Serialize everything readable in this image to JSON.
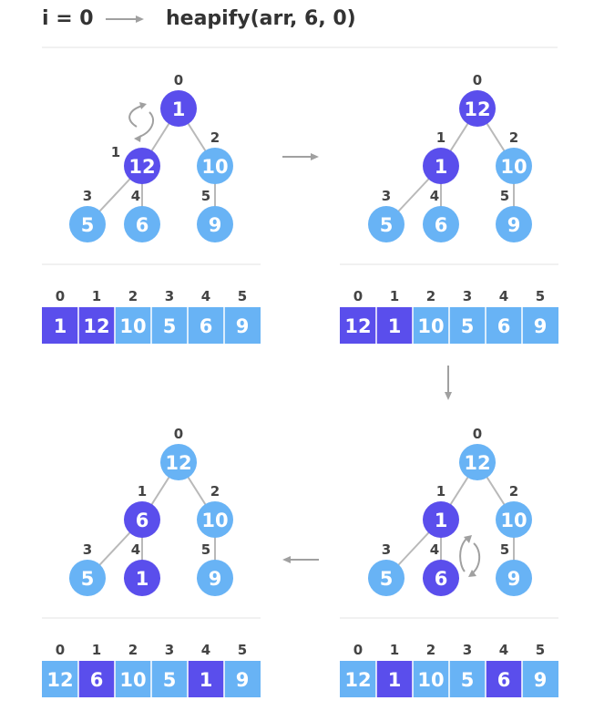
{
  "header": {
    "loop_label": "i = 0",
    "call_label": "heapify(arr, 6, 0)"
  },
  "colors": {
    "highlight": "#5a4eec",
    "normal": "#68b3f5",
    "edge": "#b9b9b9",
    "label": "#444444",
    "arrow": "#a0a0a0"
  },
  "steps": [
    {
      "name": "step-1",
      "tree": [
        "1",
        "12",
        "10",
        "5",
        "6",
        "9"
      ],
      "array": [
        "1",
        "12",
        "10",
        "5",
        "6",
        "9"
      ],
      "highlighted": [
        0,
        1
      ],
      "swap_marker": "between-0-1"
    },
    {
      "name": "step-2",
      "tree": [
        "12",
        "1",
        "10",
        "5",
        "6",
        "9"
      ],
      "array": [
        "12",
        "1",
        "10",
        "5",
        "6",
        "9"
      ],
      "highlighted": [
        0,
        1
      ],
      "swap_marker": ""
    },
    {
      "name": "step-3",
      "tree": [
        "12",
        "1",
        "10",
        "5",
        "6",
        "9"
      ],
      "array": [
        "12",
        "1",
        "10",
        "5",
        "6",
        "9"
      ],
      "highlighted": [
        1,
        4
      ],
      "swap_marker": "between-1-4"
    },
    {
      "name": "step-4",
      "tree": [
        "12",
        "6",
        "10",
        "5",
        "1",
        "9"
      ],
      "array": [
        "12",
        "6",
        "10",
        "5",
        "1",
        "9"
      ],
      "highlighted": [
        1,
        4
      ],
      "swap_marker": ""
    }
  ],
  "indices": [
    "0",
    "1",
    "2",
    "3",
    "4",
    "5"
  ]
}
